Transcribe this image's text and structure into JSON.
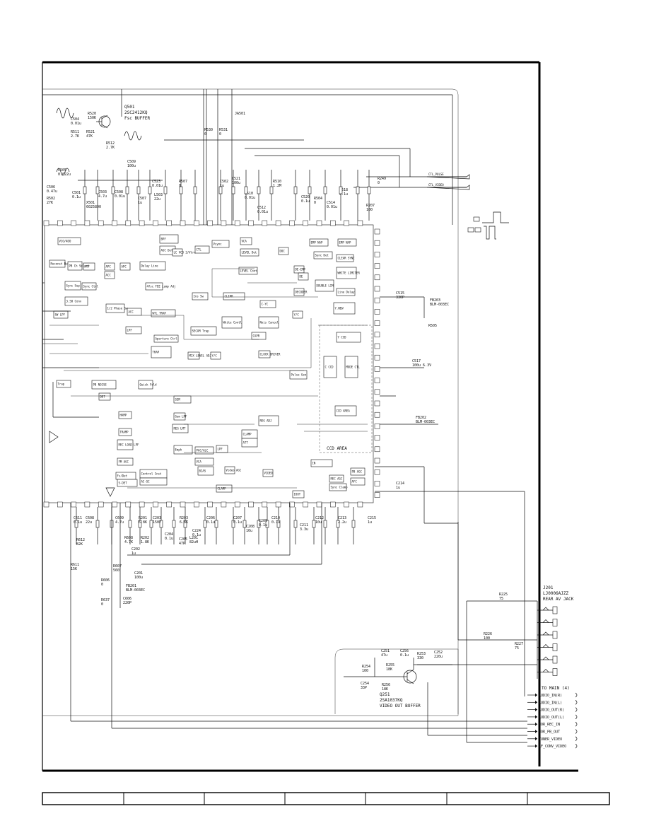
{
  "schematic": {
    "transistors": {
      "q501": {
        "ref": "Q501",
        "part": "2SC2412KQ",
        "function": "Fsc BUFFER"
      },
      "q251": {
        "ref": "Q251",
        "part": "2SA1037KQ",
        "function": "VIDEO OUT BUFFER"
      }
    },
    "jacks": {
      "j201": {
        "ref": "J201",
        "part": "LJ0006AJZZ",
        "function": "REAR AV JACK"
      },
      "ja501": "JA501"
    },
    "top_components": [
      {
        "ref": "R520",
        "value": "150K"
      },
      {
        "ref": "C504",
        "value": "0.01u"
      },
      {
        "ref": "R511",
        "value": "2.7K"
      },
      {
        "ref": "R521",
        "value": "47K"
      },
      {
        "ref": "R512",
        "value": "2.7K"
      },
      {
        "ref": "R530",
        "value": "0"
      },
      {
        "ref": "R531",
        "value": "0"
      },
      {
        "ref": "C505",
        "value": "0.022u"
      },
      {
        "ref": "C506",
        "value": "0.47u"
      },
      {
        "ref": "C501",
        "value": "0.1u"
      },
      {
        "ref": "C503",
        "value": "4.7u"
      },
      {
        "ref": "X501",
        "value": "6025890"
      },
      {
        "ref": "R502",
        "value": "27K"
      },
      {
        "ref": "C508",
        "value": "0.01u"
      },
      {
        "ref": "C509",
        "value": "100u"
      },
      {
        "ref": "C523",
        "value": "0.01u"
      },
      {
        "ref": "C507",
        "value": "1u"
      },
      {
        "ref": "L503",
        "value": "22u"
      },
      {
        "ref": "R507",
        "value": "0"
      },
      {
        "ref": "C502",
        "value": "1u"
      },
      {
        "ref": "C521",
        "value": "100u"
      },
      {
        "ref": "C510",
        "value": "0.01u"
      },
      {
        "ref": "C512",
        "value": "0.01u"
      },
      {
        "ref": "R510",
        "value": "1.2M"
      },
      {
        "ref": "C520",
        "value": "0.1u"
      },
      {
        "ref": "R504",
        "value": "0"
      },
      {
        "ref": "C514",
        "value": "0.01u"
      },
      {
        "ref": "C518",
        "value": "0.1u"
      },
      {
        "ref": "R249",
        "value": "0"
      },
      {
        "ref": "R207",
        "value": "100"
      }
    ],
    "right_components": [
      {
        "ref": "C515",
        "value": "330P"
      },
      {
        "ref": "FB203",
        "value": "BLM-003EC"
      },
      {
        "ref": "R505",
        "value": ""
      },
      {
        "ref": "C517",
        "value": "100u 6.3V"
      },
      {
        "ref": "FB202",
        "value": "BLM-003EC"
      },
      {
        "ref": "C214",
        "value": "1u"
      }
    ],
    "bottom_components": [
      {
        "ref": "C611",
        "value": "0.1u"
      },
      {
        "ref": "C608",
        "value": "22u"
      },
      {
        "ref": "C609",
        "value": "4.7u"
      },
      {
        "ref": "R612",
        "value": "82K"
      },
      {
        "ref": "R611",
        "value": "15K"
      },
      {
        "ref": "R608",
        "value": "4.7K"
      },
      {
        "ref": "R201",
        "value": "6.8K"
      },
      {
        "ref": "C203",
        "value": "150P"
      },
      {
        "ref": "C204",
        "value": "0.1u"
      },
      {
        "ref": "R203",
        "value": "6.8K"
      },
      {
        "ref": "C205",
        "value": "47P"
      },
      {
        "ref": "L201",
        "value": "82uH"
      },
      {
        "ref": "C224",
        "value": "0.1u"
      },
      {
        "ref": "R202",
        "value": "1.8K"
      },
      {
        "ref": "C207",
        "value": "0.1u"
      },
      {
        "ref": "C206",
        "value": "0.1u"
      },
      {
        "ref": "C208",
        "value": "10u"
      },
      {
        "ref": "C209",
        "value": "0.1u"
      },
      {
        "ref": "C210",
        "value": "0.1u"
      },
      {
        "ref": "C211",
        "value": "3.3u"
      },
      {
        "ref": "C212",
        "value": "10u"
      },
      {
        "ref": "C213",
        "value": "2.2u"
      },
      {
        "ref": "C215",
        "value": "1u"
      },
      {
        "ref": "C202",
        "value": "1u"
      },
      {
        "ref": "R607",
        "value": "560"
      },
      {
        "ref": "C201",
        "value": "100u"
      },
      {
        "ref": "R606",
        "value": "0"
      },
      {
        "ref": "FB201",
        "value": "BLM-003EC"
      },
      {
        "ref": "R637",
        "value": "0"
      },
      {
        "ref": "C606",
        "value": "220P"
      }
    ],
    "buffer_components": [
      {
        "ref": "R225",
        "value": "75"
      },
      {
        "ref": "R226",
        "value": "100"
      },
      {
        "ref": "R227",
        "value": "75"
      },
      {
        "ref": "C251",
        "value": "47u"
      },
      {
        "ref": "C256",
        "value": "0.1u"
      },
      {
        "ref": "R253",
        "value": "330"
      },
      {
        "ref": "C252",
        "value": "220u"
      },
      {
        "ref": "R254",
        "value": "100"
      },
      {
        "ref": "R255",
        "value": "18K"
      },
      {
        "ref": "C254",
        "value": "33P"
      },
      {
        "ref": "R256",
        "value": "18K"
      }
    ],
    "signal_arrows": [
      "CTL_PULSE",
      "CTL_VIDEO"
    ],
    "connector_title": "TO MAIN (4)",
    "connector_pins": [
      "AUDIO_IN(R)",
      "AUDIO_IN(L)",
      "AUDIO_OUT(R)",
      "AUDIO_OUT(L)",
      "NOR_REC_IN",
      "NOR_PB_OUT",
      "TUNER_VIDEO",
      "RF_CONV_VIDEO"
    ],
    "ic_blocks": [
      "VCO/4DO",
      "Reconst Burst",
      "APC",
      "ACC",
      "ATF",
      "APC",
      "PB Ch Select",
      "Delay Line",
      "4fsc FEE Lamp Adj",
      "AGC Det",
      "Sync Sep",
      "Sync Ctrl",
      "1/2 Phase Sw",
      "3.58 Conv",
      "SW LPF",
      "ACC",
      "WTL TRAP",
      "LPF",
      "SECAM Trap",
      "Aperture Ctrl",
      "TRAP",
      "MIX LEVEL ADJ",
      "Y/C",
      "BPF",
      "LC VCO 2/Vtrc",
      "CTL",
      "Vsync",
      "VCA",
      "LEVEL Det",
      "LEVEL Cont",
      "DOC",
      "Ins Sw",
      "CLIPR",
      "C-YC",
      "White Contl",
      "Nois Cancel",
      "CAPR",
      "DE-EMP",
      "DECODER",
      "Y/C",
      "DE",
      "EMP NAP",
      "EMP NAP",
      "Sync Det",
      "CLEAR SYNC",
      "WHITE LIMITER",
      "DOUBLE LIM",
      "Line Delay",
      "Y.NEW",
      "CLOCK DRIVER",
      "Y CCD",
      "C CCD",
      "MODE CTL",
      "CCD AREA",
      "Pulse Gen",
      "REG ADJ",
      "Trap",
      "PB NOISE",
      "DET",
      "HAMP",
      "TRAMP",
      "REC LOAD LPF",
      "FM AGC",
      "Fs/Det",
      "S-DET",
      "Quick Fold",
      "Control Cnst",
      "AC-SC",
      "REG LMT",
      "SEM",
      "Gem LPF",
      "Emph",
      "PAC/ALC",
      "VCA",
      "CLAMP",
      "LPF",
      "BIAS",
      "Video AGC",
      "ATT",
      "VIDEO",
      "IOUT",
      "IN",
      "REC AGC",
      "PB AGC",
      "AFC",
      "Sync Clamp",
      "CLAMP"
    ]
  }
}
